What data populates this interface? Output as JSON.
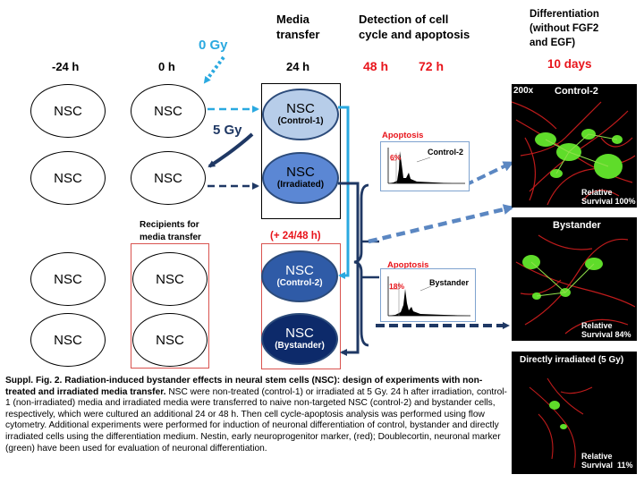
{
  "headers": {
    "media_transfer": "Media\ntransfer",
    "detection": "Detection of cell\ncycle and apoptosis",
    "differentiation": "Differentiation\n(without FGF2\nand EGF)",
    "t_minus24": "-24 h",
    "t_0": "0 h",
    "t_24": "24 h",
    "t_48": "48 h",
    "t_72": "72 h",
    "t_10days": "10 days"
  },
  "doses": {
    "zero": "0 Gy",
    "five": "5 Gy"
  },
  "recipients_label": "Recipients for\nmedia transfer",
  "plus_label": "(+ 24/48 h)",
  "circle_label": "NSC",
  "nsc_cells": [
    {
      "title": "NSC",
      "sub": "(Control-1)"
    },
    {
      "title": "NSC",
      "sub": "(Irradiated)"
    },
    {
      "title": "NSC",
      "sub": "(Control-2)"
    },
    {
      "title": "NSC",
      "sub": "(Bystander)"
    }
  ],
  "histograms": [
    {
      "title": "Apoptosis",
      "name": "Control-2",
      "pct": "6%"
    },
    {
      "title": "Apoptosis",
      "name": "Bystander",
      "pct": "18%"
    }
  ],
  "micrographs": [
    {
      "label": "Control-2",
      "mag": "200x",
      "survival": "Relative\nSurvival 100%"
    },
    {
      "label": "Bystander",
      "mag": "",
      "survival": "Relative\nSurvival 84%"
    },
    {
      "label": "Directly irradiated (5 Gy)",
      "mag": "",
      "survival": "Relative\nSurvival  11%"
    }
  ],
  "caption": {
    "bold": "Suppl. Fig. 2. Radiation-induced bystander effects in neural stem cells (NSC): design of experiments with non-treated and irradiated media transfer.",
    "text": " NSC were non-treated (control-1) or irradiated at 5 Gy. 24 h after irradiation, control-1 (non-irradiated) media and irradiated media were transferred to naive non-targeted NSC (control-2) and bystander cells, respectively, which were cultured an additional 24 or 48 h. Then cell cycle-apoptosis analysis was performed using flow cytometry. Additional experiments were  performed for induction of neuronal differentiation of control, bystander  and directly irradiated cells using the differentiation medium. Nestin, early neuroprogenitor marker, (red); Doublecortin, neuronal marker (green) have been used for evaluation of neuronal differentiation."
  },
  "colors": {
    "red": "#e8141b",
    "cyan": "#2aa9e0",
    "navy": "#1f3864",
    "steel": "#5b87c2",
    "control1": "#b7cde9",
    "irradiated": "#5b87d4",
    "control2": "#2f5ba7",
    "bystander": "#0d2a6a"
  }
}
